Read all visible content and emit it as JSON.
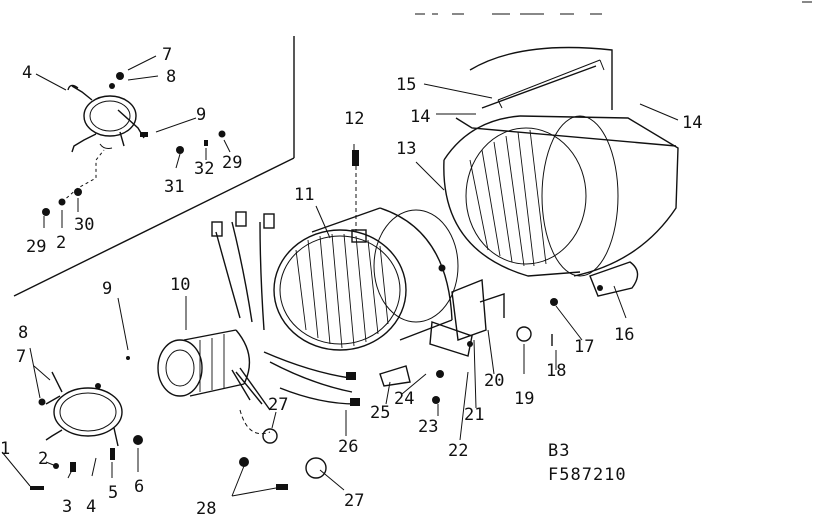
{
  "diagram": {
    "section_code": "B3",
    "figure_number": "F587210",
    "callouts": [
      "1",
      "2",
      "3",
      "4",
      "5",
      "6",
      "7",
      "8",
      "9",
      "10",
      "11",
      "12",
      "13",
      "14",
      "15",
      "16",
      "17",
      "18",
      "19",
      "20",
      "21",
      "22",
      "23",
      "24",
      "25",
      "26",
      "27",
      "28",
      "29",
      "30",
      "31",
      "32"
    ]
  }
}
